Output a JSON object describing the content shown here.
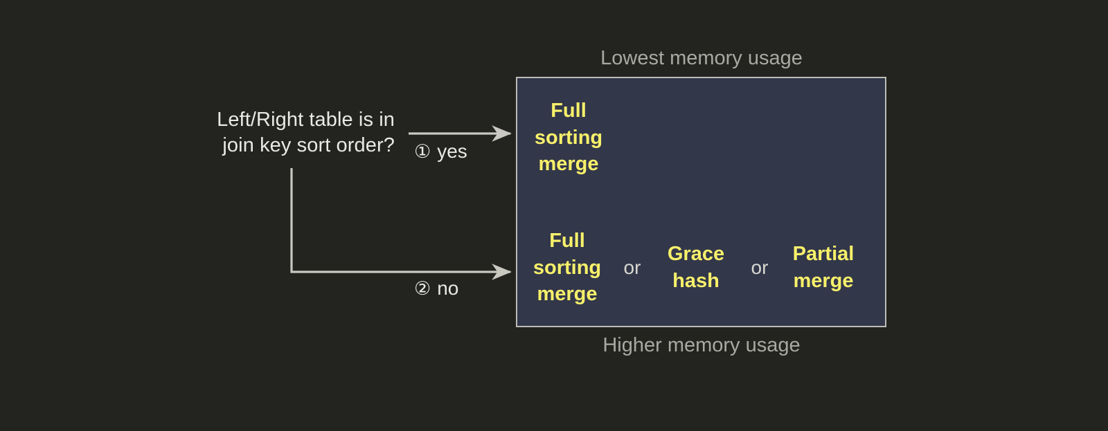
{
  "background_color": "#232320",
  "decision": {
    "question": "Left/Right table is in\njoin key sort order?"
  },
  "branches": [
    {
      "marker": "①",
      "label": "yes"
    },
    {
      "marker": "②",
      "label": "no"
    }
  ],
  "panel": {
    "fill_color": "#32374a",
    "border_color": "#bdbdb6",
    "caption_top": "Lowest memory usage",
    "caption_bottom": "Higher memory usage",
    "accent_color": "#f7f06a",
    "rows": [
      {
        "branch_marker": "①",
        "options": [
          "Full\nsorting\nmerge"
        ],
        "separators": []
      },
      {
        "branch_marker": "②",
        "options": [
          "Full\nsorting\nmerge",
          "Grace\nhash",
          "Partial\nmerge"
        ],
        "separators": [
          "or",
          "or"
        ]
      }
    ]
  }
}
